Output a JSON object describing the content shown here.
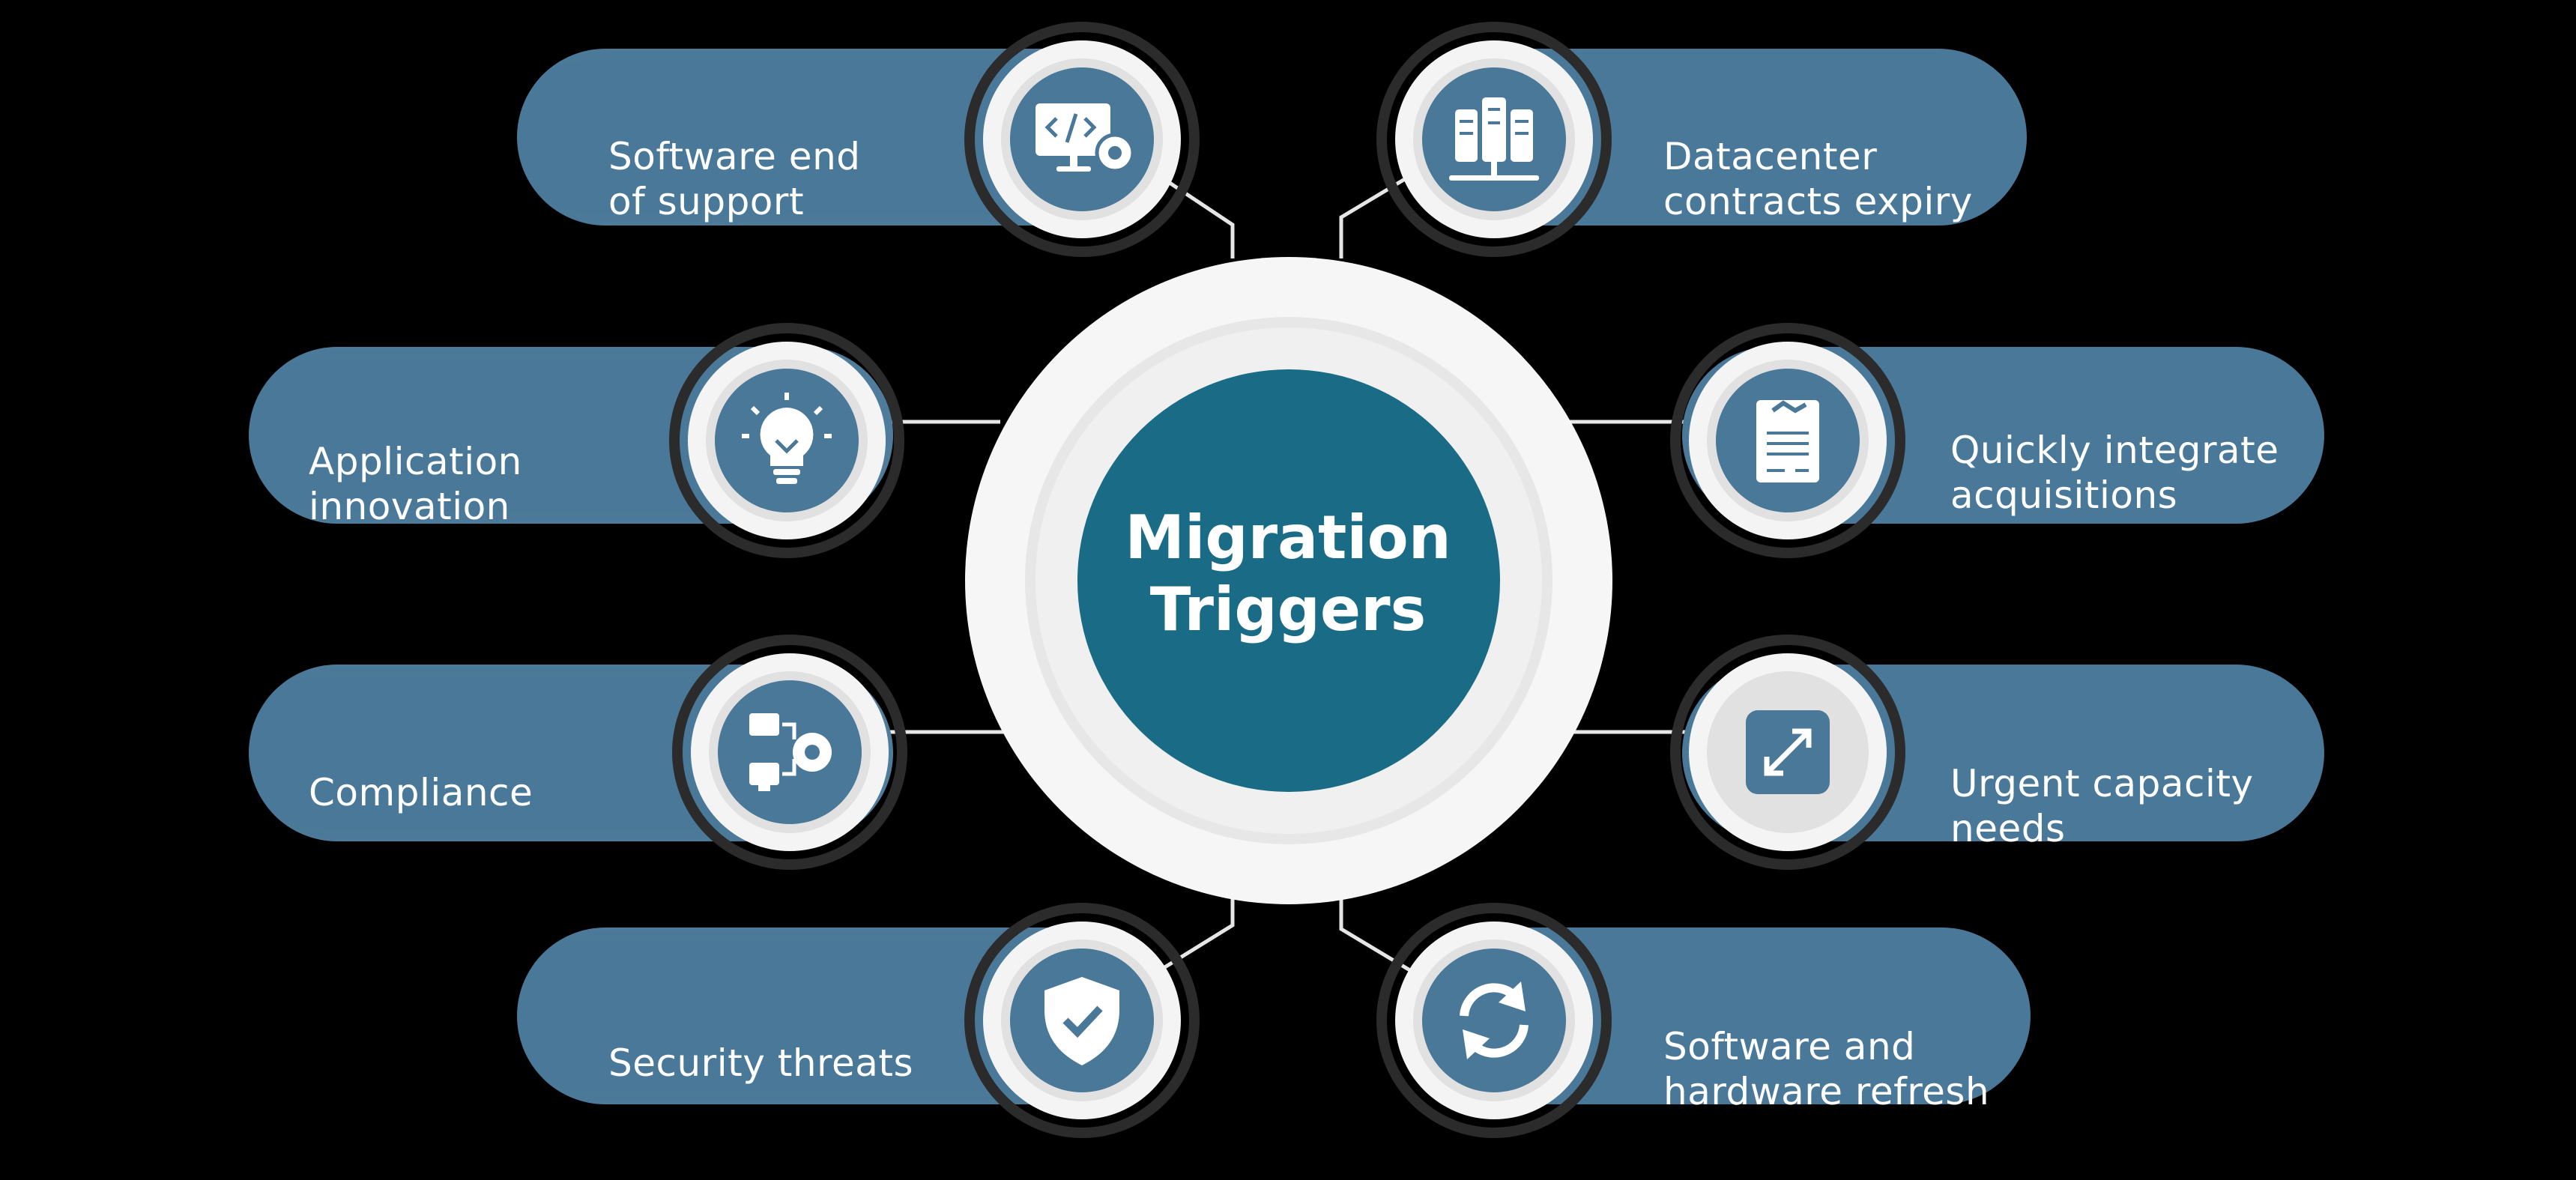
{
  "center": {
    "line1": "Migration",
    "line2": "Triggers"
  },
  "colors": {
    "background": "#000000",
    "pill": "#4a7898",
    "center_core": "#1a6b85",
    "icon_fill": "#4a7898",
    "ring_outer": "#2b2b2b",
    "ring_white": "#f2f2f2"
  },
  "triggers": [
    {
      "line1": "Software end",
      "line2": "of support",
      "icon": "code-monitor-gear-icon"
    },
    {
      "line1": "Datacenter",
      "line2": "contracts expiry",
      "icon": "server-rack-icon"
    },
    {
      "line1": "Application",
      "line2": "innovation",
      "icon": "lightbulb-icon"
    },
    {
      "line1": "Quickly integrate",
      "line2": "acquisitions",
      "icon": "contract-handshake-icon"
    },
    {
      "line1": "Compliance",
      "line2": "",
      "icon": "process-gear-icon"
    },
    {
      "line1": "Urgent capacity",
      "line2": "needs",
      "icon": "expand-arrows-icon"
    },
    {
      "line1": "Security threats",
      "line2": "",
      "icon": "shield-check-icon"
    },
    {
      "line1": "Software and",
      "line2": "hardware refresh",
      "icon": "refresh-arrows-icon"
    }
  ]
}
